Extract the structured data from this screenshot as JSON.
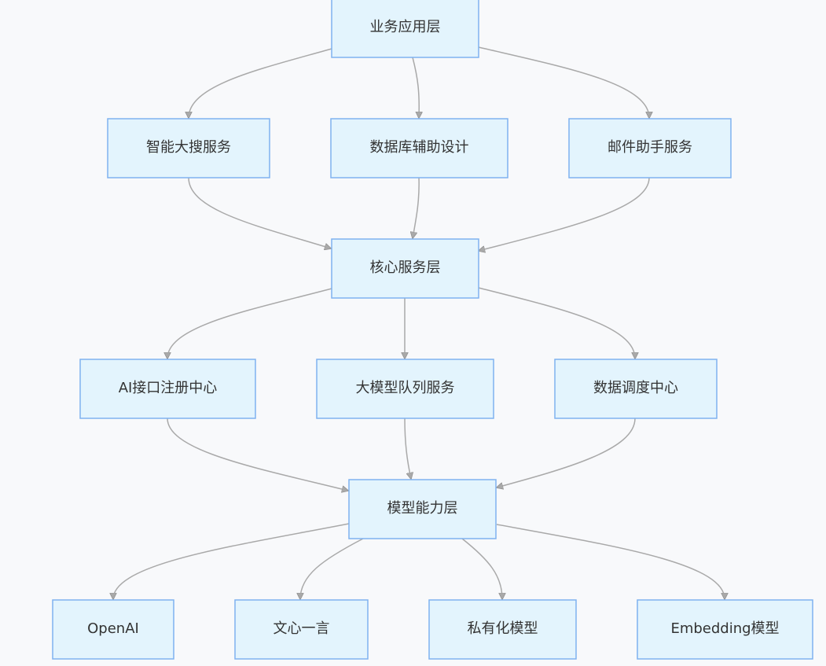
{
  "diagram": {
    "nodes": {
      "business_layer": "业务应用层",
      "smart_search": "智能大搜服务",
      "db_design": "数据库辅助设计",
      "mail_assistant": "邮件助手服务",
      "core_service_layer": "核心服务层",
      "ai_registry": "AI接口注册中心",
      "llm_queue": "大模型队列服务",
      "data_scheduling": "数据调度中心",
      "model_capability_layer": "模型能力层",
      "openai": "OpenAI",
      "wenxin": "文心一言",
      "private_model": "私有化模型",
      "embedding_model": "Embedding模型"
    },
    "edges": [
      {
        "from": "业务应用层",
        "to": "智能大搜服务"
      },
      {
        "from": "业务应用层",
        "to": "数据库辅助设计"
      },
      {
        "from": "业务应用层",
        "to": "邮件助手服务"
      },
      {
        "from": "智能大搜服务",
        "to": "核心服务层"
      },
      {
        "from": "数据库辅助设计",
        "to": "核心服务层"
      },
      {
        "from": "邮件助手服务",
        "to": "核心服务层"
      },
      {
        "from": "核心服务层",
        "to": "AI接口注册中心"
      },
      {
        "from": "核心服务层",
        "to": "大模型队列服务"
      },
      {
        "from": "核心服务层",
        "to": "数据调度中心"
      },
      {
        "from": "AI接口注册中心",
        "to": "模型能力层"
      },
      {
        "from": "大模型队列服务",
        "to": "模型能力层"
      },
      {
        "from": "数据调度中心",
        "to": "模型能力层"
      },
      {
        "from": "模型能力层",
        "to": "OpenAI"
      },
      {
        "from": "模型能力层",
        "to": "文心一言"
      },
      {
        "from": "模型能力层",
        "to": "私有化模型"
      },
      {
        "from": "模型能力层",
        "to": "Embedding模型"
      }
    ],
    "colors": {
      "background": "#f8f9fb",
      "node_fill": "#e3f4fd",
      "node_border": "#7fb2f0",
      "edge": "#a9a9a9",
      "text": "#333333"
    }
  }
}
